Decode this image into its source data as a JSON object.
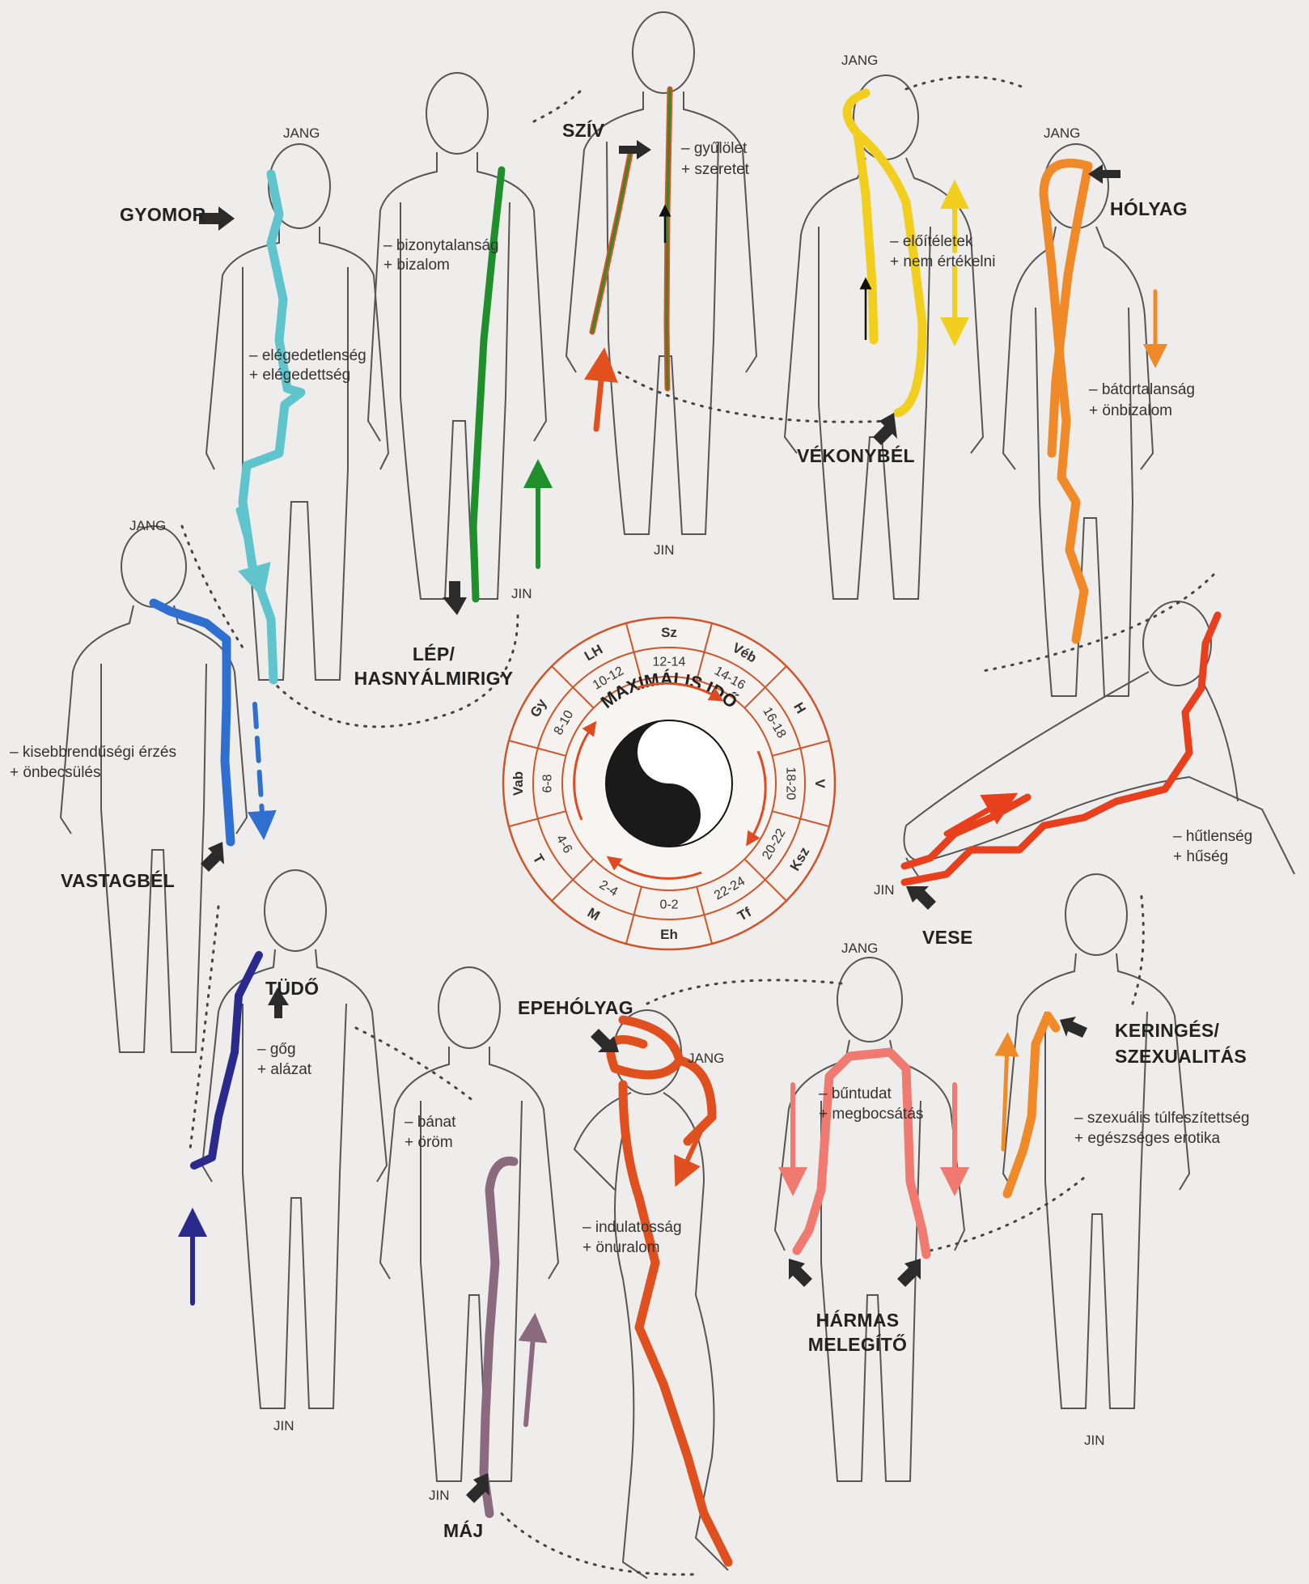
{
  "wheel": {
    "title": "MAXIMÁLIS IDŐ",
    "sectors": [
      {
        "code": "Sz",
        "time": "12-14"
      },
      {
        "code": "Véb",
        "time": "14-16"
      },
      {
        "code": "H",
        "time": "16-18"
      },
      {
        "code": "V",
        "time": "18-20"
      },
      {
        "code": "Ksz",
        "time": "20-22"
      },
      {
        "code": "Tf",
        "time": "22-24"
      },
      {
        "code": "Eh",
        "time": "0-2"
      },
      {
        "code": "M",
        "time": "2-4"
      },
      {
        "code": "T",
        "time": "4-6"
      },
      {
        "code": "Vab",
        "time": "6-8"
      },
      {
        "code": "Gy",
        "time": "8-10"
      },
      {
        "code": "LH",
        "time": "10-12"
      }
    ]
  },
  "meridians": {
    "gyomor": {
      "name": "GYOMOR",
      "pole": "JANG",
      "neg": "– elégedetlenség",
      "pos": "+ elégedettség",
      "color": "#5fc4cc"
    },
    "lep": {
      "name_line1": "LÉP/",
      "name_line2": "HASNYÁLMIRIGY",
      "pole": "JIN",
      "neg": "– bizonytalanság",
      "pos": "+ bizalom",
      "color": "#1f8f2c"
    },
    "sziv": {
      "name": "SZÍV",
      "pole": "JIN",
      "neg": "– gyűlölet",
      "pos": "+ szeretet",
      "color": "#2e8b2e"
    },
    "vekonybel": {
      "name": "VÉKONYBÉL",
      "pole": "JANG",
      "neg": "– előítéletek",
      "pos": "+ nem értékelni",
      "color": "#f2cf1f"
    },
    "holyag": {
      "name": "HÓLYAG",
      "pole": "JANG",
      "neg": "– bátortalanság",
      "pos": "+ önbizalom",
      "color": "#f08a28"
    },
    "vastagbel": {
      "name": "VASTAGBÉL",
      "pole": "JANG",
      "neg": "– kisebbrendűségi érzés",
      "pos": "+ önbecsülés",
      "color": "#2f6fd0"
    },
    "vese": {
      "name": "VESE",
      "pole": "JIN",
      "neg": "– hűtlenség",
      "pos": "+ hűség",
      "color": "#e8401c"
    },
    "tudo": {
      "name": "TÜDŐ",
      "pole": "JIN",
      "neg": "– gőg",
      "pos": "+ alázat",
      "color": "#2a2a8c"
    },
    "maj": {
      "name": "MÁJ",
      "pole": "JIN",
      "neg": "– bánat",
      "pos": "+ öröm",
      "color": "#8b6a80"
    },
    "epeholyag": {
      "name": "EPEHÓLYAG",
      "pole": "JANG",
      "neg": "– indulatosság",
      "pos": "+ önuralom",
      "color": "#e0501e"
    },
    "harmas": {
      "name_line1": "HÁRMAS",
      "name_line2": "MELEGÍTŐ",
      "pole": "JANG",
      "neg": "– bűntudat",
      "pos": "+ megbocsátás",
      "color": "#f07a70"
    },
    "keringes": {
      "name_line1": "KERINGÉS/",
      "name_line2": "SZEXUALITÁS",
      "pole": "JIN",
      "neg": "– szexuális túlfeszítettség",
      "pos": "+ egészséges erotika",
      "color": "#f08a28"
    }
  }
}
